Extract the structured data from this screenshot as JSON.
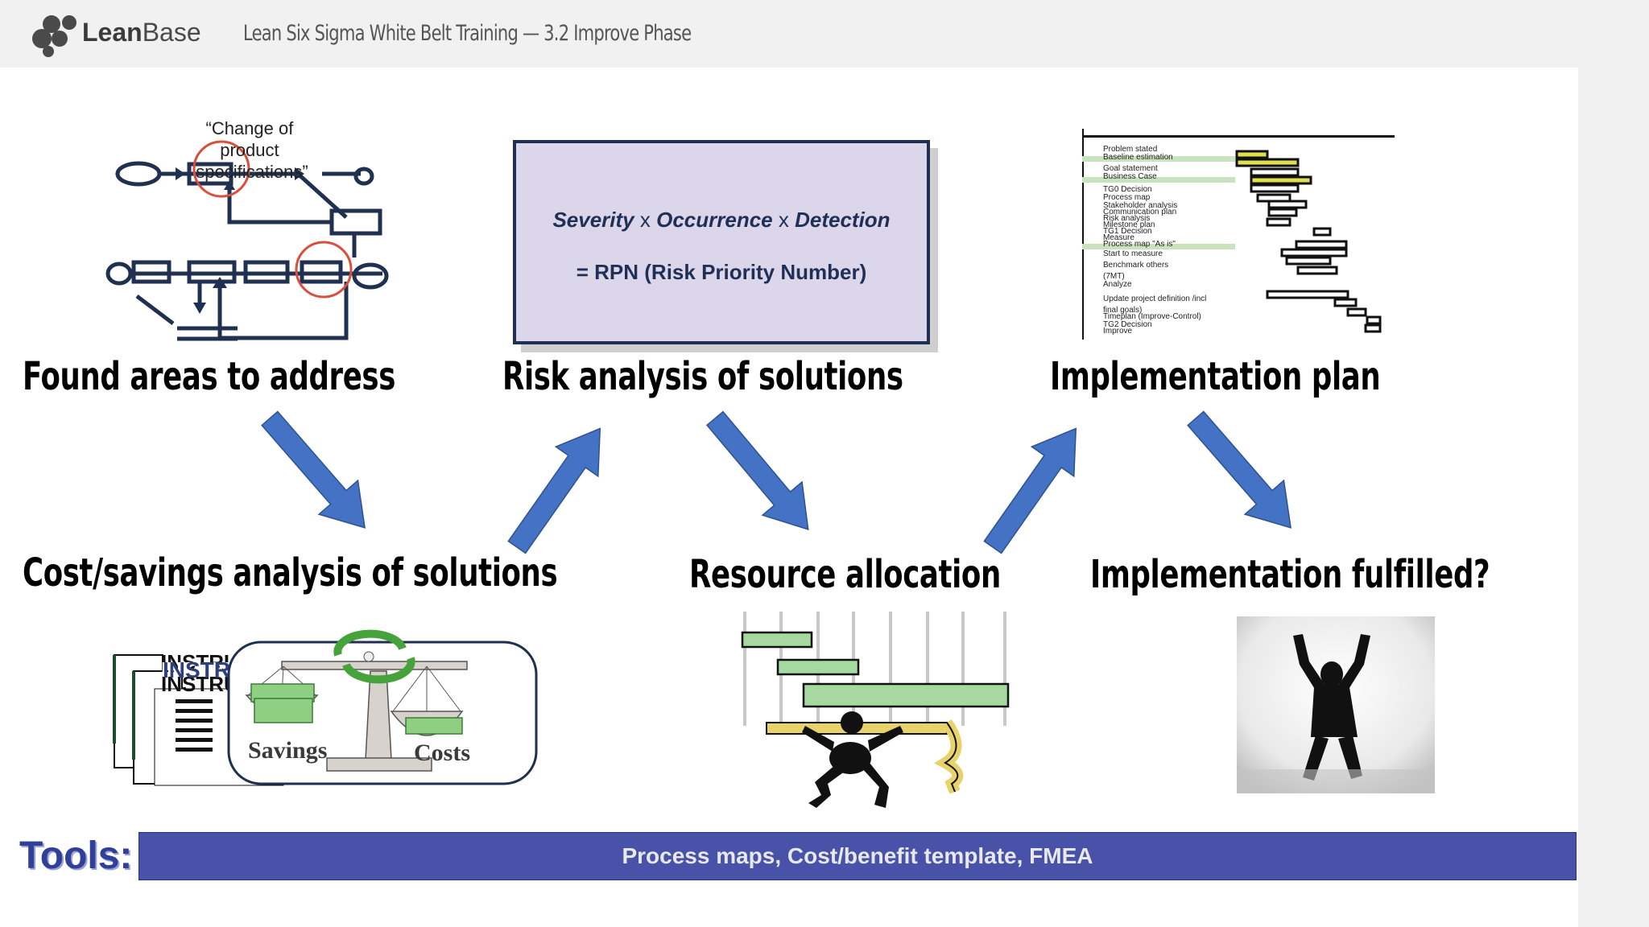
{
  "header": {
    "brand_bold": "Lean",
    "brand_regular": "Base",
    "title": "Lean Six Sigma White Belt Training — 3.2 Improve Phase"
  },
  "steps": {
    "found_areas": "Found areas to address",
    "risk_analysis": "Risk analysis of solutions",
    "implementation_plan": "Implementation plan",
    "cost_savings": "Cost/savings analysis of solutions",
    "resource_allocation": "Resource allocation",
    "implementation_fulfilled": "Implementation fulfilled?"
  },
  "process_map": {
    "quote": "“Change of product specifications”"
  },
  "rpn": {
    "severity": "Severity",
    "occurrence": "Occurrence",
    "detection": "Detection",
    "times": "x",
    "result": "= RPN (Risk Priority Number)"
  },
  "scales": {
    "instruction_label": "INSTR",
    "savings": "Savings",
    "costs": "Costs"
  },
  "tools": {
    "label": "Tools:",
    "text": "Process maps, Cost/benefit template, FMEA"
  },
  "colors": {
    "arrow": "#4472c4",
    "tools_bar": "#4752a8",
    "rpn_fill": "#dcd6ea",
    "navy": "#1f2f55"
  }
}
